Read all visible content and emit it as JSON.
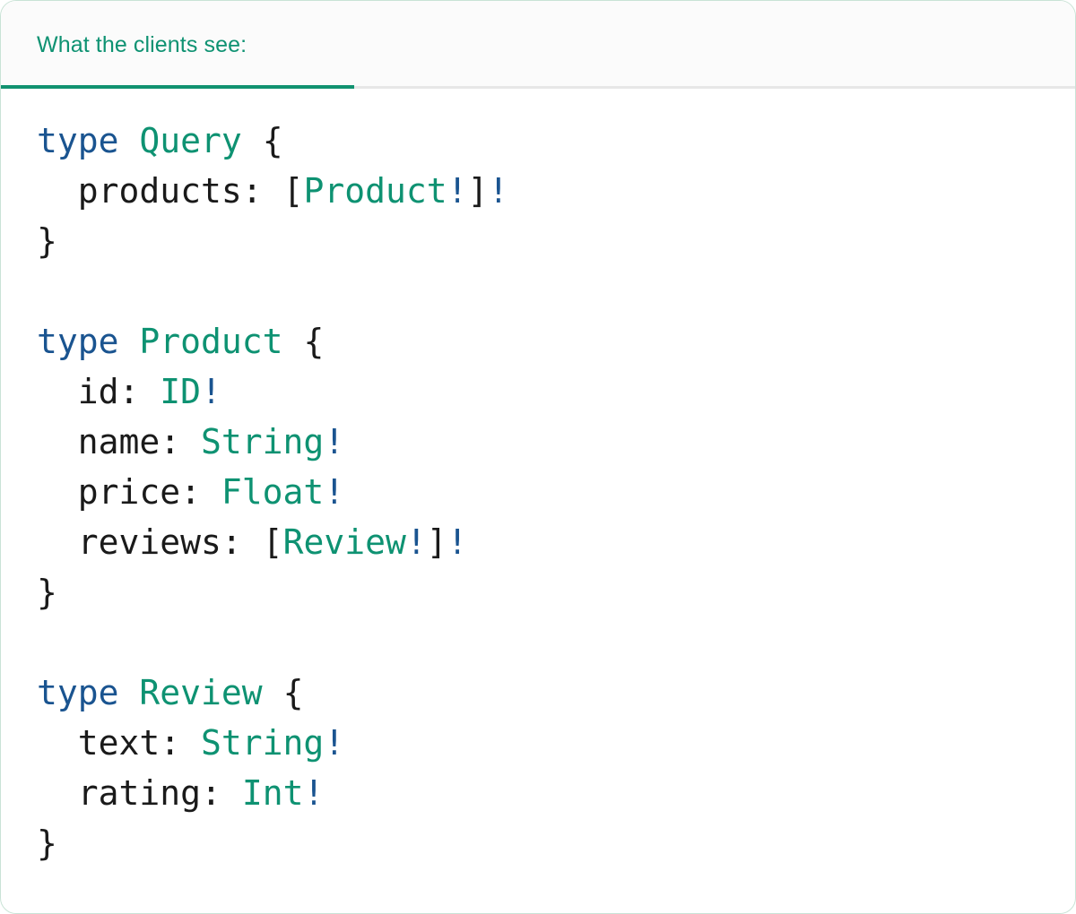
{
  "card": {
    "accent_green": "#119270",
    "keyword_blue": "#1a5490",
    "type_green": "#0e9272",
    "text_black": "#1a1a1a",
    "header_bg": "#fbfbfb",
    "body_bg": "#ffffff",
    "border_color": "#c9e3d6"
  },
  "header": {
    "tab_label": "What the clients see:"
  },
  "code": {
    "language": "graphql",
    "lines": [
      {
        "id": "l1",
        "tokens": [
          {
            "t": "type",
            "c": "kw"
          },
          {
            "t": " ",
            "c": "punc"
          },
          {
            "t": "Query",
            "c": "type"
          },
          {
            "t": " ",
            "c": "punc"
          },
          {
            "t": "{",
            "c": "punc"
          }
        ]
      },
      {
        "id": "l2",
        "tokens": [
          {
            "t": "  ",
            "c": "punc"
          },
          {
            "t": "products",
            "c": "field"
          },
          {
            "t": ": ",
            "c": "punc"
          },
          {
            "t": "[",
            "c": "punc"
          },
          {
            "t": "Product",
            "c": "type"
          },
          {
            "t": "!",
            "c": "bang"
          },
          {
            "t": "]",
            "c": "punc"
          },
          {
            "t": "!",
            "c": "bang"
          }
        ]
      },
      {
        "id": "l3",
        "tokens": [
          {
            "t": "}",
            "c": "punc"
          }
        ]
      },
      {
        "id": "l4",
        "tokens": []
      },
      {
        "id": "l5",
        "tokens": [
          {
            "t": "type",
            "c": "kw"
          },
          {
            "t": " ",
            "c": "punc"
          },
          {
            "t": "Product",
            "c": "type"
          },
          {
            "t": " ",
            "c": "punc"
          },
          {
            "t": "{",
            "c": "punc"
          }
        ]
      },
      {
        "id": "l6",
        "tokens": [
          {
            "t": "  ",
            "c": "punc"
          },
          {
            "t": "id",
            "c": "field"
          },
          {
            "t": ": ",
            "c": "punc"
          },
          {
            "t": "ID",
            "c": "type"
          },
          {
            "t": "!",
            "c": "bang"
          }
        ]
      },
      {
        "id": "l7",
        "tokens": [
          {
            "t": "  ",
            "c": "punc"
          },
          {
            "t": "name",
            "c": "field"
          },
          {
            "t": ": ",
            "c": "punc"
          },
          {
            "t": "String",
            "c": "type"
          },
          {
            "t": "!",
            "c": "bang"
          }
        ]
      },
      {
        "id": "l8",
        "tokens": [
          {
            "t": "  ",
            "c": "punc"
          },
          {
            "t": "price",
            "c": "field"
          },
          {
            "t": ": ",
            "c": "punc"
          },
          {
            "t": "Float",
            "c": "type"
          },
          {
            "t": "!",
            "c": "bang"
          }
        ]
      },
      {
        "id": "l9",
        "tokens": [
          {
            "t": "  ",
            "c": "punc"
          },
          {
            "t": "reviews",
            "c": "field"
          },
          {
            "t": ": ",
            "c": "punc"
          },
          {
            "t": "[",
            "c": "punc"
          },
          {
            "t": "Review",
            "c": "type"
          },
          {
            "t": "!",
            "c": "bang"
          },
          {
            "t": "]",
            "c": "punc"
          },
          {
            "t": "!",
            "c": "bang"
          }
        ]
      },
      {
        "id": "l10",
        "tokens": [
          {
            "t": "}",
            "c": "punc"
          }
        ]
      },
      {
        "id": "l11",
        "tokens": []
      },
      {
        "id": "l12",
        "tokens": [
          {
            "t": "type",
            "c": "kw"
          },
          {
            "t": " ",
            "c": "punc"
          },
          {
            "t": "Review",
            "c": "type"
          },
          {
            "t": " ",
            "c": "punc"
          },
          {
            "t": "{",
            "c": "punc"
          }
        ]
      },
      {
        "id": "l13",
        "tokens": [
          {
            "t": "  ",
            "c": "punc"
          },
          {
            "t": "text",
            "c": "field"
          },
          {
            "t": ": ",
            "c": "punc"
          },
          {
            "t": "String",
            "c": "type"
          },
          {
            "t": "!",
            "c": "bang"
          }
        ]
      },
      {
        "id": "l14",
        "tokens": [
          {
            "t": "  ",
            "c": "punc"
          },
          {
            "t": "rating",
            "c": "field"
          },
          {
            "t": ": ",
            "c": "punc"
          },
          {
            "t": "Int",
            "c": "type"
          },
          {
            "t": "!",
            "c": "bang"
          }
        ]
      },
      {
        "id": "l15",
        "tokens": [
          {
            "t": "}",
            "c": "punc"
          }
        ]
      }
    ]
  }
}
